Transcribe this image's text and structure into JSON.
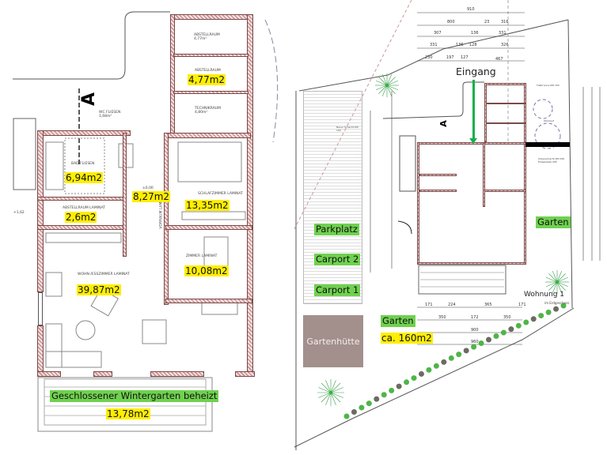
{
  "left_plan": {
    "rooms": [
      {
        "name": "ABSTELLRAUM",
        "area_small": "4,77m²"
      },
      {
        "name": "ABSTELLRAUM",
        "area": "4,77m2"
      },
      {
        "name": "TECHNIKRAUM",
        "area_small": "4,80m²"
      },
      {
        "name": "WC FLIESEN",
        "area_small": "1,68m²"
      },
      {
        "name": "BAD FLIESEN",
        "area": "6,94m2"
      },
      {
        "name": "VORRAUM LAMINAT",
        "area": "8,27m2"
      },
      {
        "name": "SCHLAFZIMMER LAMINAT",
        "area": "13,35m2"
      },
      {
        "name": "ABSTELLRAUM LAMINAT",
        "area": "2,6m2"
      },
      {
        "name": "WOHN-/ESSZIMMER LAMINAT",
        "area": "39,87m2"
      },
      {
        "name": "ZIMMER LAMINAT",
        "area": "10,08m2"
      }
    ],
    "section_mark": "A",
    "level_mark": "±0,00",
    "level_mark_outside": "+1,62",
    "wintergarten_label": "Geschlossener Wintergarten beheizt",
    "wintergarten_area": "13,78m2"
  },
  "right_plan": {
    "entrance": "Eingang",
    "parking": "Parkplatz",
    "carport2": "Carport 2",
    "carport1": "Carport 1",
    "garden_right": "Garten",
    "garden": "Garten",
    "garden_area": "ca. 160m2",
    "shed": "Gartenhütte",
    "apartment": "Wohnung 1",
    "apartment_sub": "im Erdgeschoss",
    "well": "Tiefbrunne DM 150",
    "overflow": "Überlauf",
    "seepage": "Sickerschacht DM 250 Einbautiefe 205",
    "new_shaft": "Neuer Schacht DM 100",
    "top_dims": [
      [
        "910"
      ],
      [
        "800",
        "23",
        "316"
      ],
      [
        "307",
        "136",
        "331"
      ],
      [
        "331",
        "136",
        "128",
        "326"
      ],
      [
        "230",
        "197",
        "127",
        "467"
      ]
    ],
    "bottom_dims": [
      [
        "171",
        "224",
        "365",
        "171"
      ],
      [
        "350",
        "172",
        "350"
      ],
      [
        "900"
      ],
      [
        "960"
      ]
    ]
  },
  "colors": {
    "wall": "#c98f8f",
    "highlight": "#ffee00",
    "green_label": "#6fd14f",
    "arrow": "#11b04b",
    "shed": "#a38f8c"
  }
}
